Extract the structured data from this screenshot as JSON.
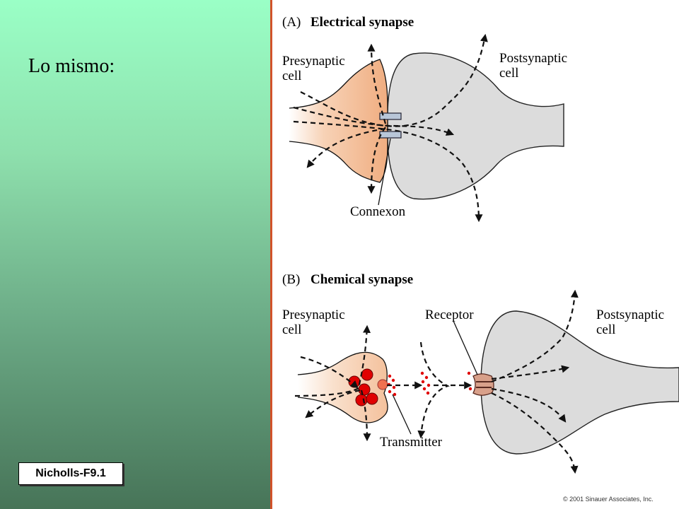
{
  "slide": {
    "title": "Lo mismo:",
    "reference": "Nicholls-F9.1"
  },
  "panel_a": {
    "letter": "(A)",
    "title": "Electrical synapse",
    "presynaptic_label": [
      "Presynaptic",
      "cell"
    ],
    "postsynaptic_label": [
      "Postsynaptic",
      "cell"
    ],
    "connexon_label": "Connexon"
  },
  "panel_b": {
    "letter": "(B)",
    "title": "Chemical synapse",
    "presynaptic_label": [
      "Presynaptic",
      "cell"
    ],
    "receptor_label": "Receptor",
    "postsynaptic_label": [
      "Postsynaptic",
      "cell"
    ],
    "transmitter_label": "Transmitter"
  },
  "copyright": "© 2001 Sinauer Associates, Inc.",
  "colors": {
    "presynaptic_fill": "#f2b58c",
    "postsynaptic_fill": "#dcdcdc",
    "vesicle": "#e00000",
    "divider": "#d2522a"
  }
}
